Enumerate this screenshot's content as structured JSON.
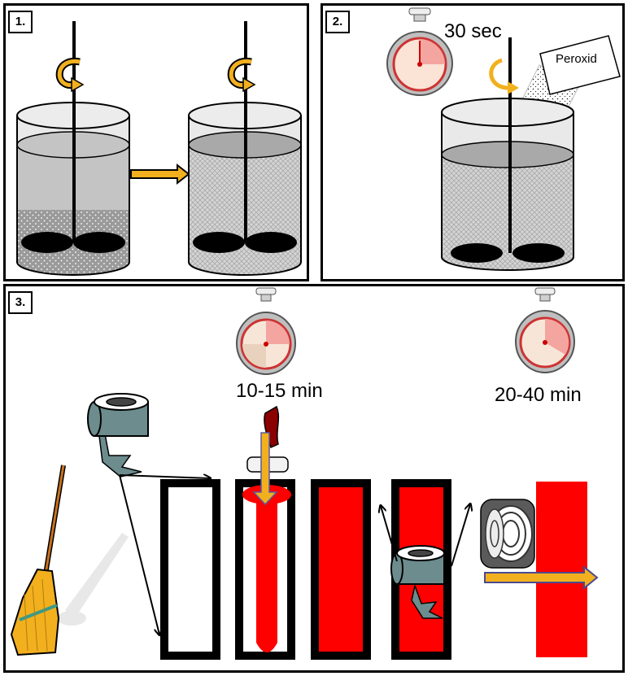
{
  "panel1": {
    "number": "1."
  },
  "panel2": {
    "number": "2.",
    "timer_label": "30 sec",
    "bag_label": "Peroxid"
  },
  "panel3": {
    "number": "3.",
    "timer1_label": "10-15 min",
    "timer2_label": "20-40 min"
  },
  "colors": {
    "arrow_fill": "#F2B01E",
    "paint_red": "#FF0000",
    "tape": "#6C8C8E",
    "broom": "#F2B01E"
  }
}
